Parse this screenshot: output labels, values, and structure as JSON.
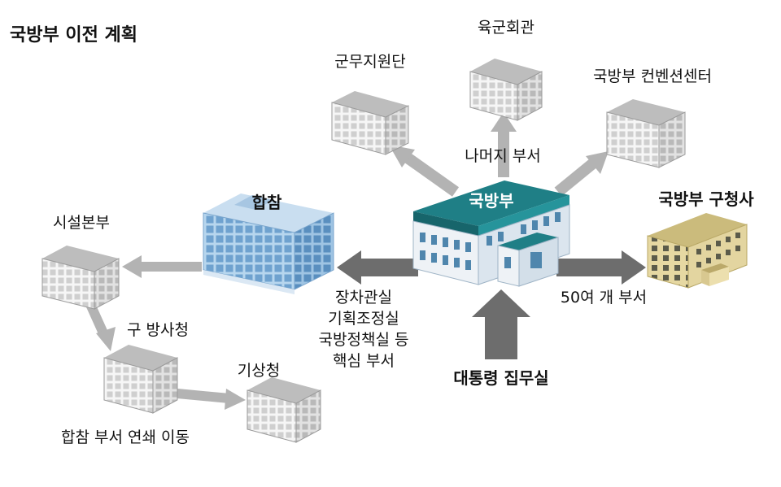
{
  "title": "국방부 이전 계획",
  "nodes": {
    "mnd": "국방부",
    "jcs": "합참",
    "gunmu": "군무지원단",
    "yukgun": "육군회관",
    "convention": "국방부 컨벤션센터",
    "old_hq": "국방부 구청사",
    "facility": "시설본부",
    "dapa": "구 방사청",
    "kma": "기상청"
  },
  "edges": {
    "remaining": "나머지 부서",
    "fifty": "50여 개 부서",
    "core": [
      "장차관실",
      "기획조정실",
      "국방정책실 등",
      "핵심 부서"
    ],
    "president": "대통령 집무실",
    "chain": "합참 부서 연쇄 이동"
  },
  "colors": {
    "mnd_roof": "#1f7f86",
    "jcs_body": "#9cc3e4",
    "old_hq_body": "#d9c98f",
    "generic_building": "#eeeeee",
    "arrow_light": "#b3b3b3",
    "arrow_dark": "#6d6d6d"
  }
}
